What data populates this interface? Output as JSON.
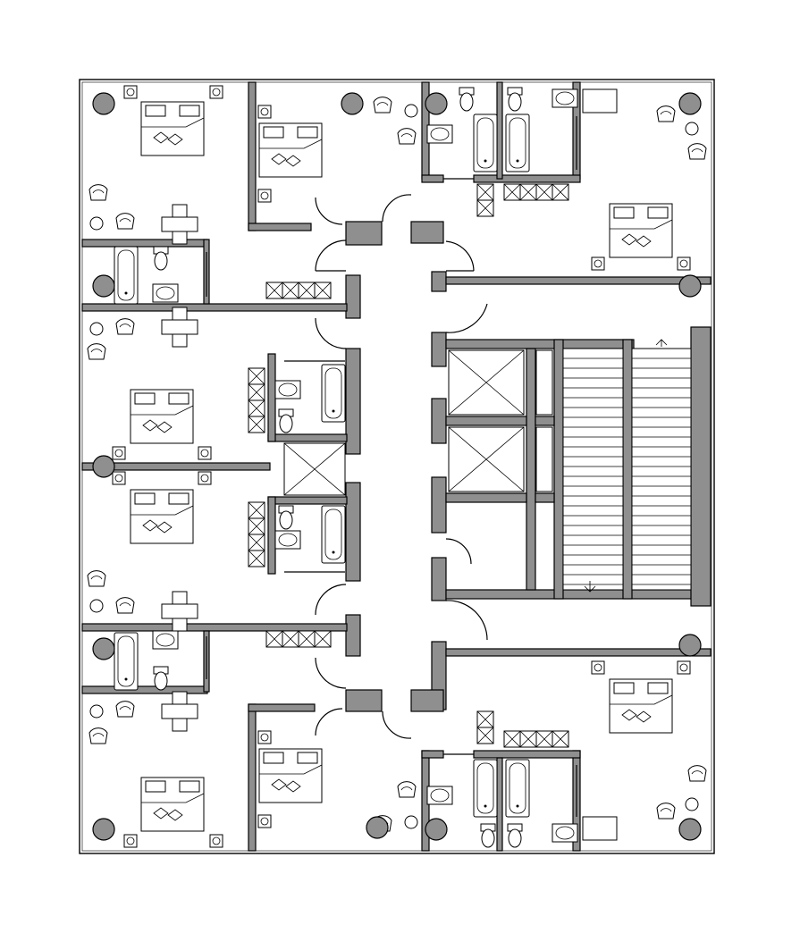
{
  "drawing": {
    "kind": "floor-plan",
    "colors": {
      "wall": "#8f8f8f",
      "outline": "#000000",
      "background": "#ffffff"
    },
    "elements": {
      "guest_rooms": 8,
      "elevators": 2,
      "stairs": 2,
      "columns": 14
    }
  }
}
